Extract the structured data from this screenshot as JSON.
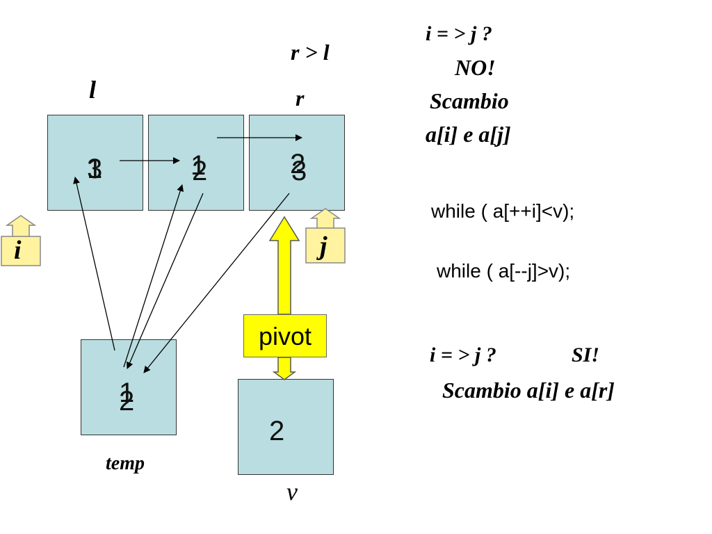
{
  "cells": [
    {
      "name": "cell-l",
      "old": "3",
      "new": "1"
    },
    {
      "name": "cell-middle",
      "old": "1",
      "new": "2"
    },
    {
      "name": "cell-r",
      "old": "2",
      "new": "3"
    }
  ],
  "temp": {
    "old": "1",
    "new": "2",
    "label": "temp"
  },
  "v": {
    "value": "2",
    "label": "v"
  },
  "pointers": {
    "l": "l",
    "r": "r",
    "cond": "r > l",
    "i": "i",
    "j": "j"
  },
  "pivot_label": "pivot",
  "notes": {
    "q1_line1": "i = > j ?",
    "q1_line2": "NO!",
    "q1_line3": "Scambio",
    "q1_line4": "a[i] e a[j]",
    "code1": "while ( a[++i]<v);",
    "code2": "while ( a[--j]>v);",
    "q2_line1": "i = > j ?",
    "q2_answer": "SI!",
    "q2_line2": "Scambio a[i] e a[r]"
  },
  "colors": {
    "cell_fill": "#b9dde0",
    "pointer_fill": "#fff3a0",
    "pivot_fill": "#ffff00"
  }
}
